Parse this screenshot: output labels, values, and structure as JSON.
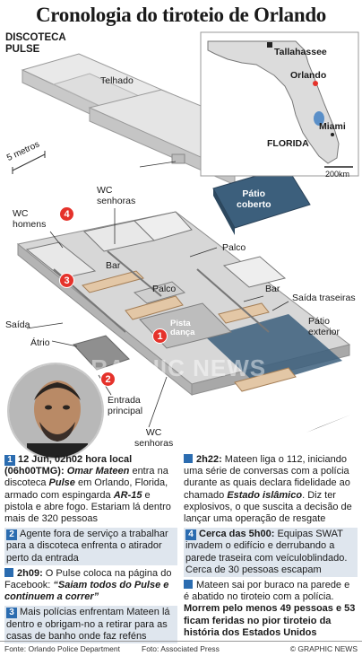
{
  "title": "Cronologia do tiroteio de Orlando",
  "club_label": [
    "DISCOTECA",
    "PULSE"
  ],
  "map": {
    "cities": [
      "Tallahassee",
      "Orlando",
      "Miami"
    ],
    "state": "FLORIDA",
    "scale": "200km"
  },
  "scene_labels": {
    "telhado": "Telhado",
    "scale": "5 metros",
    "patio_coberto": [
      "Pátio",
      "coberto"
    ],
    "wc_senhoras_top": [
      "WC",
      "senhoras"
    ],
    "wc_homens": [
      "WC",
      "homens"
    ],
    "palco_top": "Palco",
    "bar_left": "Bar",
    "palco_mid": "Palco",
    "pista": [
      "Pista",
      "dança"
    ],
    "bar_right": "Bar",
    "saida_traseiras": "Saída traseiras",
    "patio_exterior": [
      "Pátio",
      "exterior"
    ],
    "saida": "Saída",
    "atrio": "Átrio",
    "entrada": [
      "Entrada",
      "principal"
    ],
    "wc_senhoras_bottom": [
      "WC",
      "senhoras"
    ],
    "watermark": "GRAPHIC NEWS"
  },
  "badges": [
    "4",
    "3",
    "1",
    "2"
  ],
  "events": {
    "e1": {
      "num": "1",
      "head": "12 Jun, 02h02 hora local (06h00TMG):",
      "name": "Omar Mateen",
      "t1": " entra na discoteca ",
      "club": "Pulse",
      "t2": " em Orlando, Florida, armado com espingarda ",
      "gun": "AR-15",
      "t3": " e pistola e abre fogo. Estariam lá dentro mais de 320 pessoas"
    },
    "e2": {
      "num": "2",
      "text": "Agente fora de serviço a trabalhar para a discoteca enfrenta o atirador perto da entrada"
    },
    "e3": {
      "time": "2h09:",
      "text": " O Pulse coloca na página do Facebook: ",
      "quote": "“Saiam todos do Pulse e continuem a correr”"
    },
    "e4": {
      "num": "3",
      "text": "Mais polícias enfrentam Mateen lá dentro e obrigam-no a retirar para as casas de banho onde faz reféns"
    },
    "e5": {
      "time": "2h22:",
      "t1": " Mateen liga o 112, iniciando uma série de conversas com a polícia durante as quais declara fidelidade ao chamado ",
      "group": "Estado islâmico",
      "t2": ". Diz ter explosivos, o que suscita a decisão de lançar uma operação de resgate"
    },
    "e6": {
      "num": "4",
      "time": "Cerca das 5h00:",
      "text": " Equipas SWAT invadem o edifício e derrubando a parede traseira com veículoblindado. Cerca de 30 pessoas escapam"
    },
    "e7": {
      "text": "Mateen sai por buraco na parede e é abatido no tiroteio com a polícia. ",
      "bold": "Morrem pelo menos 49 pessoas e 53 ficam feridas no pior tiroteio da história dos Estados Unidos"
    }
  },
  "footer": {
    "source": "Fonte: Orlando Police Department",
    "photo": "Foto: Associated Press",
    "credit": "© GRAPHIC NEWS"
  },
  "colors": {
    "badge": "#e5322b",
    "event_number": "#2b6cb0",
    "roof": "#e6e6e6",
    "patio": "#3c5f7c",
    "bar": "#e3c7a6",
    "floor": "#d7d7d7"
  }
}
